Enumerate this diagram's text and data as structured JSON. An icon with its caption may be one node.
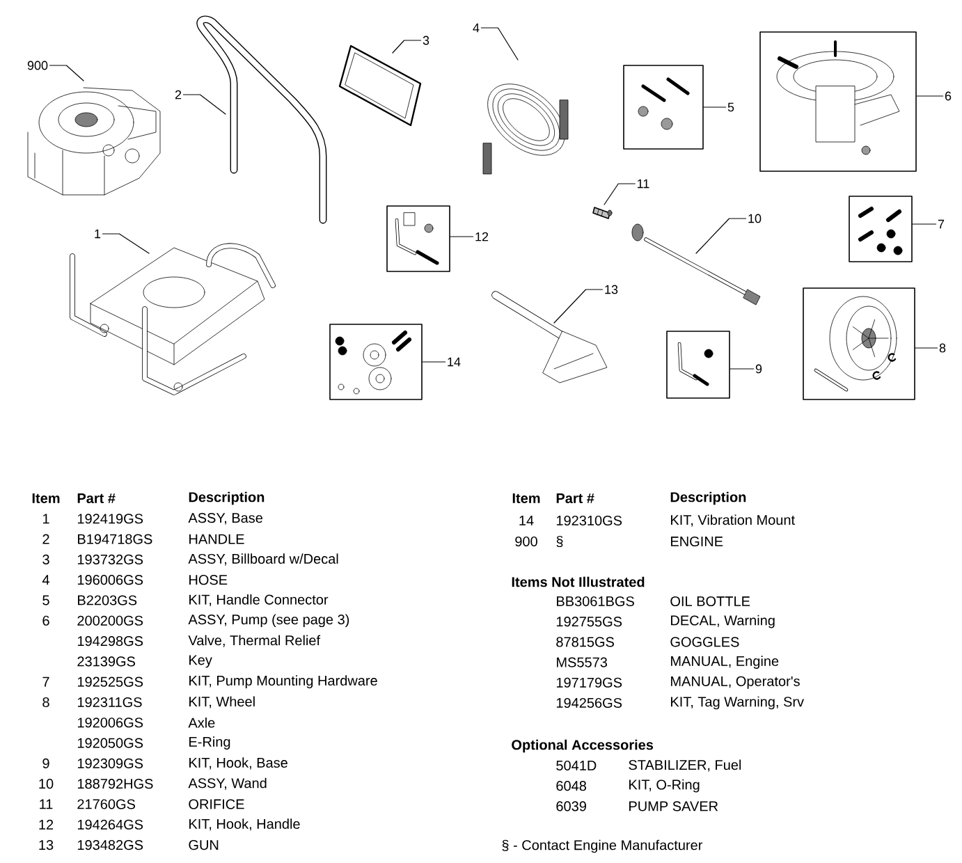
{
  "diagram": {
    "nodes": [
      {
        "text": [
          "900"
        ]
      },
      {
        "text": [
          "2"
        ]
      },
      {
        "text": [
          "3"
        ]
      },
      {
        "text": [
          "4"
        ]
      },
      {
        "text": [
          "5"
        ]
      },
      {
        "text": [
          "6"
        ]
      },
      {
        "text": [
          "1"
        ]
      },
      {
        "text": [
          "11"
        ]
      },
      {
        "text": [
          "10"
        ]
      },
      {
        "text": [
          "12"
        ]
      },
      {
        "text": [
          "7"
        ]
      },
      {
        "text": [
          "13"
        ]
      },
      {
        "text": [
          "14"
        ]
      },
      {
        "text": [
          "9"
        ]
      },
      {
        "text": [
          "8"
        ]
      },
      {
        "text": [],
        "shape": "picture"
      },
      {
        "text": [],
        "shape": "picture"
      },
      {
        "text": [],
        "shape": "picture"
      },
      {
        "text": [],
        "shape": "picture"
      },
      {
        "text": [],
        "shape": "picture"
      },
      {
        "text": [],
        "shape": "picture"
      },
      {
        "text": [],
        "shape": "picture"
      },
      {
        "text": [],
        "shape": "picture"
      },
      {
        "text": [],
        "shape": "picture"
      },
      {
        "text": [],
        "shape": "picture"
      },
      {
        "text": [],
        "shape": "picture"
      },
      {
        "text": [],
        "shape": "picture"
      },
      {
        "text": [],
        "shape": "picture"
      },
      {
        "text": [],
        "shape": "picture"
      },
      {
        "text": [],
        "shape": "picture"
      }
    ],
    "edges": [
      {
        "from": 0,
        "to": 15,
        "arrow": "none"
      },
      {
        "from": 1,
        "to": 16,
        "arrow": "none"
      },
      {
        "from": 2,
        "to": 17,
        "arrow": "none"
      },
      {
        "from": 3,
        "to": 18,
        "arrow": "none"
      },
      {
        "from": 4,
        "to": 19,
        "arrow": "none"
      },
      {
        "from": 5,
        "to": 20,
        "arrow": "none"
      },
      {
        "from": 6,
        "to": 21,
        "arrow": "none"
      },
      {
        "from": 7,
        "to": 22,
        "arrow": "none"
      },
      {
        "from": 8,
        "to": 23,
        "arrow": "none"
      },
      {
        "from": 9,
        "to": 24,
        "arrow": "none"
      },
      {
        "from": 10,
        "to": 25,
        "arrow": "none"
      },
      {
        "from": 11,
        "to": 26,
        "arrow": "none"
      },
      {
        "from": 12,
        "to": 27,
        "arrow": "none"
      },
      {
        "from": 13,
        "to": 28,
        "arrow": "none"
      },
      {
        "from": 14,
        "to": 29,
        "arrow": "none"
      }
    ],
    "labels": [
      "Item",
      "Part #",
      "Description",
      "1",
      "192419GS",
      "ASSY, Base",
      "2",
      "B194718GS",
      "HANDLE",
      "3",
      "193732GS",
      "ASSY, Billboard w/Decal",
      "4",
      "196006GS",
      "HOSE",
      "5",
      "B2203GS",
      "KIT, Handle Connector",
      "6",
      "200200GS",
      "ASSY, Pump (see page 3)",
      "194298GS",
      "Valve, Thermal Relief",
      "23139GS",
      "Key",
      "7",
      "192525GS",
      "KIT, Pump Mounting Hardware",
      "8",
      "192311GS",
      "KIT, Wheel",
      "192006GS",
      "Axle",
      "192050GS",
      "E-Ring",
      "9",
      "192309GS",
      "KIT, Hook, Base",
      "10",
      "188792HGS",
      "ASSY, Wand",
      "11",
      "21760GS",
      "ORIFICE",
      "12",
      "194264GS",
      "KIT, Hook, Handle",
      "13",
      "193482GS",
      "GUN",
      "Item",
      "Part #",
      "Description",
      "14",
      "192310GS",
      "KIT, Vibration Mount",
      "900",
      "§",
      "ENGINE",
      "Items Not Illustrated",
      "BB3061BGS",
      "OIL BOTTLE",
      "192755GS",
      "DECAL, Warning",
      "87815GS",
      "GOGGLES",
      "MS5573",
      "MANUAL, Engine",
      "197179GS",
      "MANUAL, Operator's",
      "194256GS",
      "KIT, Tag Warning, Srv",
      "Optional Accessories",
      "5041D",
      "STABILIZER, Fuel",
      "6048",
      "KIT, O-Ring",
      "6039",
      "PUMP SAVER",
      "§ - Contact Engine Manufacturer"
    ]
  }
}
